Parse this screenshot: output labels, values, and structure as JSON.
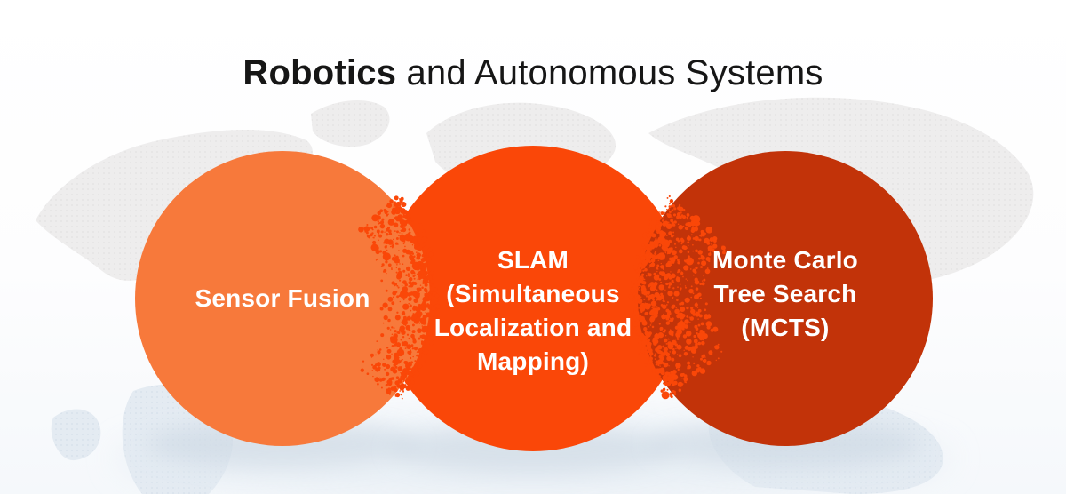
{
  "title": {
    "bold": "Robotics",
    "rest": " and Autonomous Systems"
  },
  "circles": {
    "left": {
      "label": "Sensor Fusion"
    },
    "middle": {
      "lines": [
        "SLAM",
        "(Simultaneous",
        "Localization and",
        "Mapping)"
      ]
    },
    "right": {
      "lines": [
        "Monte Carlo",
        "Tree Search",
        "(MCTS)"
      ]
    }
  },
  "colors": {
    "left_circle": "#F7793B",
    "middle_circle": "#FA4708",
    "right_circle": "#C23309",
    "label_text": "#FFFFFF",
    "title_text": "#161616",
    "map_gray": "#EDEDED",
    "map_blue": "#E2EAF2",
    "shadow": "#C9D5E1"
  }
}
